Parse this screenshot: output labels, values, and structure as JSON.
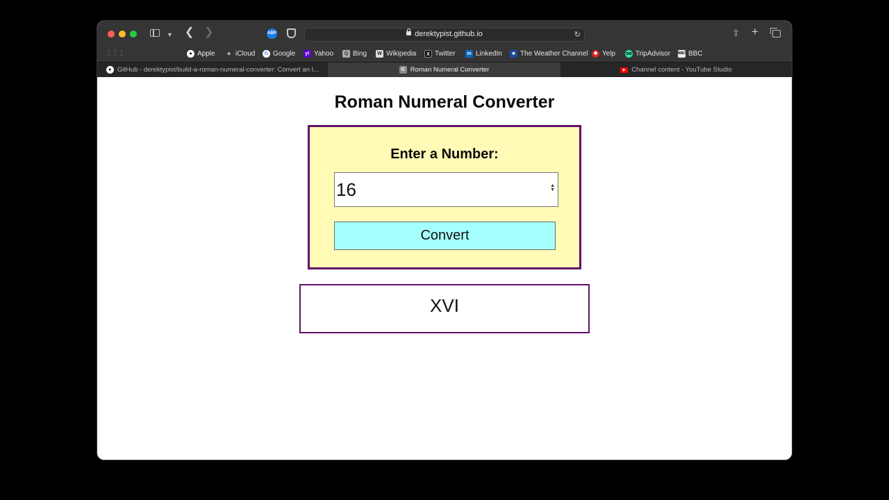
{
  "browser": {
    "url": "derektypist.github.io",
    "bookmarks": [
      {
        "label": "Apple",
        "icon": "apple-icon"
      },
      {
        "label": "iCloud",
        "icon": "icloud-icon"
      },
      {
        "label": "Google",
        "icon": "google-icon"
      },
      {
        "label": "Yahoo",
        "icon": "yahoo-icon"
      },
      {
        "label": "Bing",
        "icon": "bing-icon"
      },
      {
        "label": "Wikipedia",
        "icon": "wikipedia-icon"
      },
      {
        "label": "Twitter",
        "icon": "twitter-icon"
      },
      {
        "label": "LinkedIn",
        "icon": "linkedin-icon"
      },
      {
        "label": "The Weather Channel",
        "icon": "weather-channel-icon"
      },
      {
        "label": "Yelp",
        "icon": "yelp-icon"
      },
      {
        "label": "TripAdvisor",
        "icon": "tripadvisor-icon"
      },
      {
        "label": "BBC",
        "icon": "bbc-icon"
      }
    ],
    "tabs": [
      {
        "label": "GitHub - derektypist/build-a-roman-numeral-converter: Convert an I...",
        "active": false
      },
      {
        "label": "Roman Numeral Converter",
        "active": true
      },
      {
        "label": "Channel content - YouTube Studio",
        "active": false
      }
    ]
  },
  "page": {
    "title": "Roman Numeral Converter",
    "form_label": "Enter a Number:",
    "input_value": "16",
    "convert_label": "Convert",
    "output": "XVI"
  },
  "colors": {
    "form_bg": "#fffab6",
    "border": "#61116a",
    "button_bg": "#a6ffff"
  }
}
